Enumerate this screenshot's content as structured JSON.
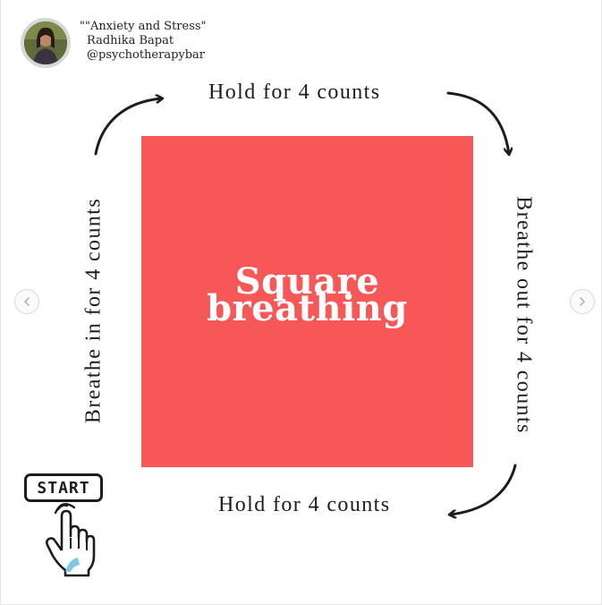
{
  "profile": {
    "line1": "\"\"Anxiety and Stress\"",
    "line2": "Radhika Bapat",
    "line3": "@psychotherapybar"
  },
  "square": {
    "title_line1": "Square",
    "title_line2": "breathing",
    "color": "#f75757"
  },
  "labels": {
    "top": "Hold for 4 counts",
    "right": "Breathe out for 4 counts",
    "bottom": "Hold for 4 counts",
    "left": "Breathe in for 4 counts"
  },
  "start_button": {
    "label": "START"
  },
  "navigation": {
    "prev_icon": "chevron-left-icon",
    "next_icon": "chevron-right-icon"
  },
  "colors": {
    "accent": "#f75757",
    "hand_accent": "#7ec8e3",
    "text": "#1d1d1d"
  }
}
